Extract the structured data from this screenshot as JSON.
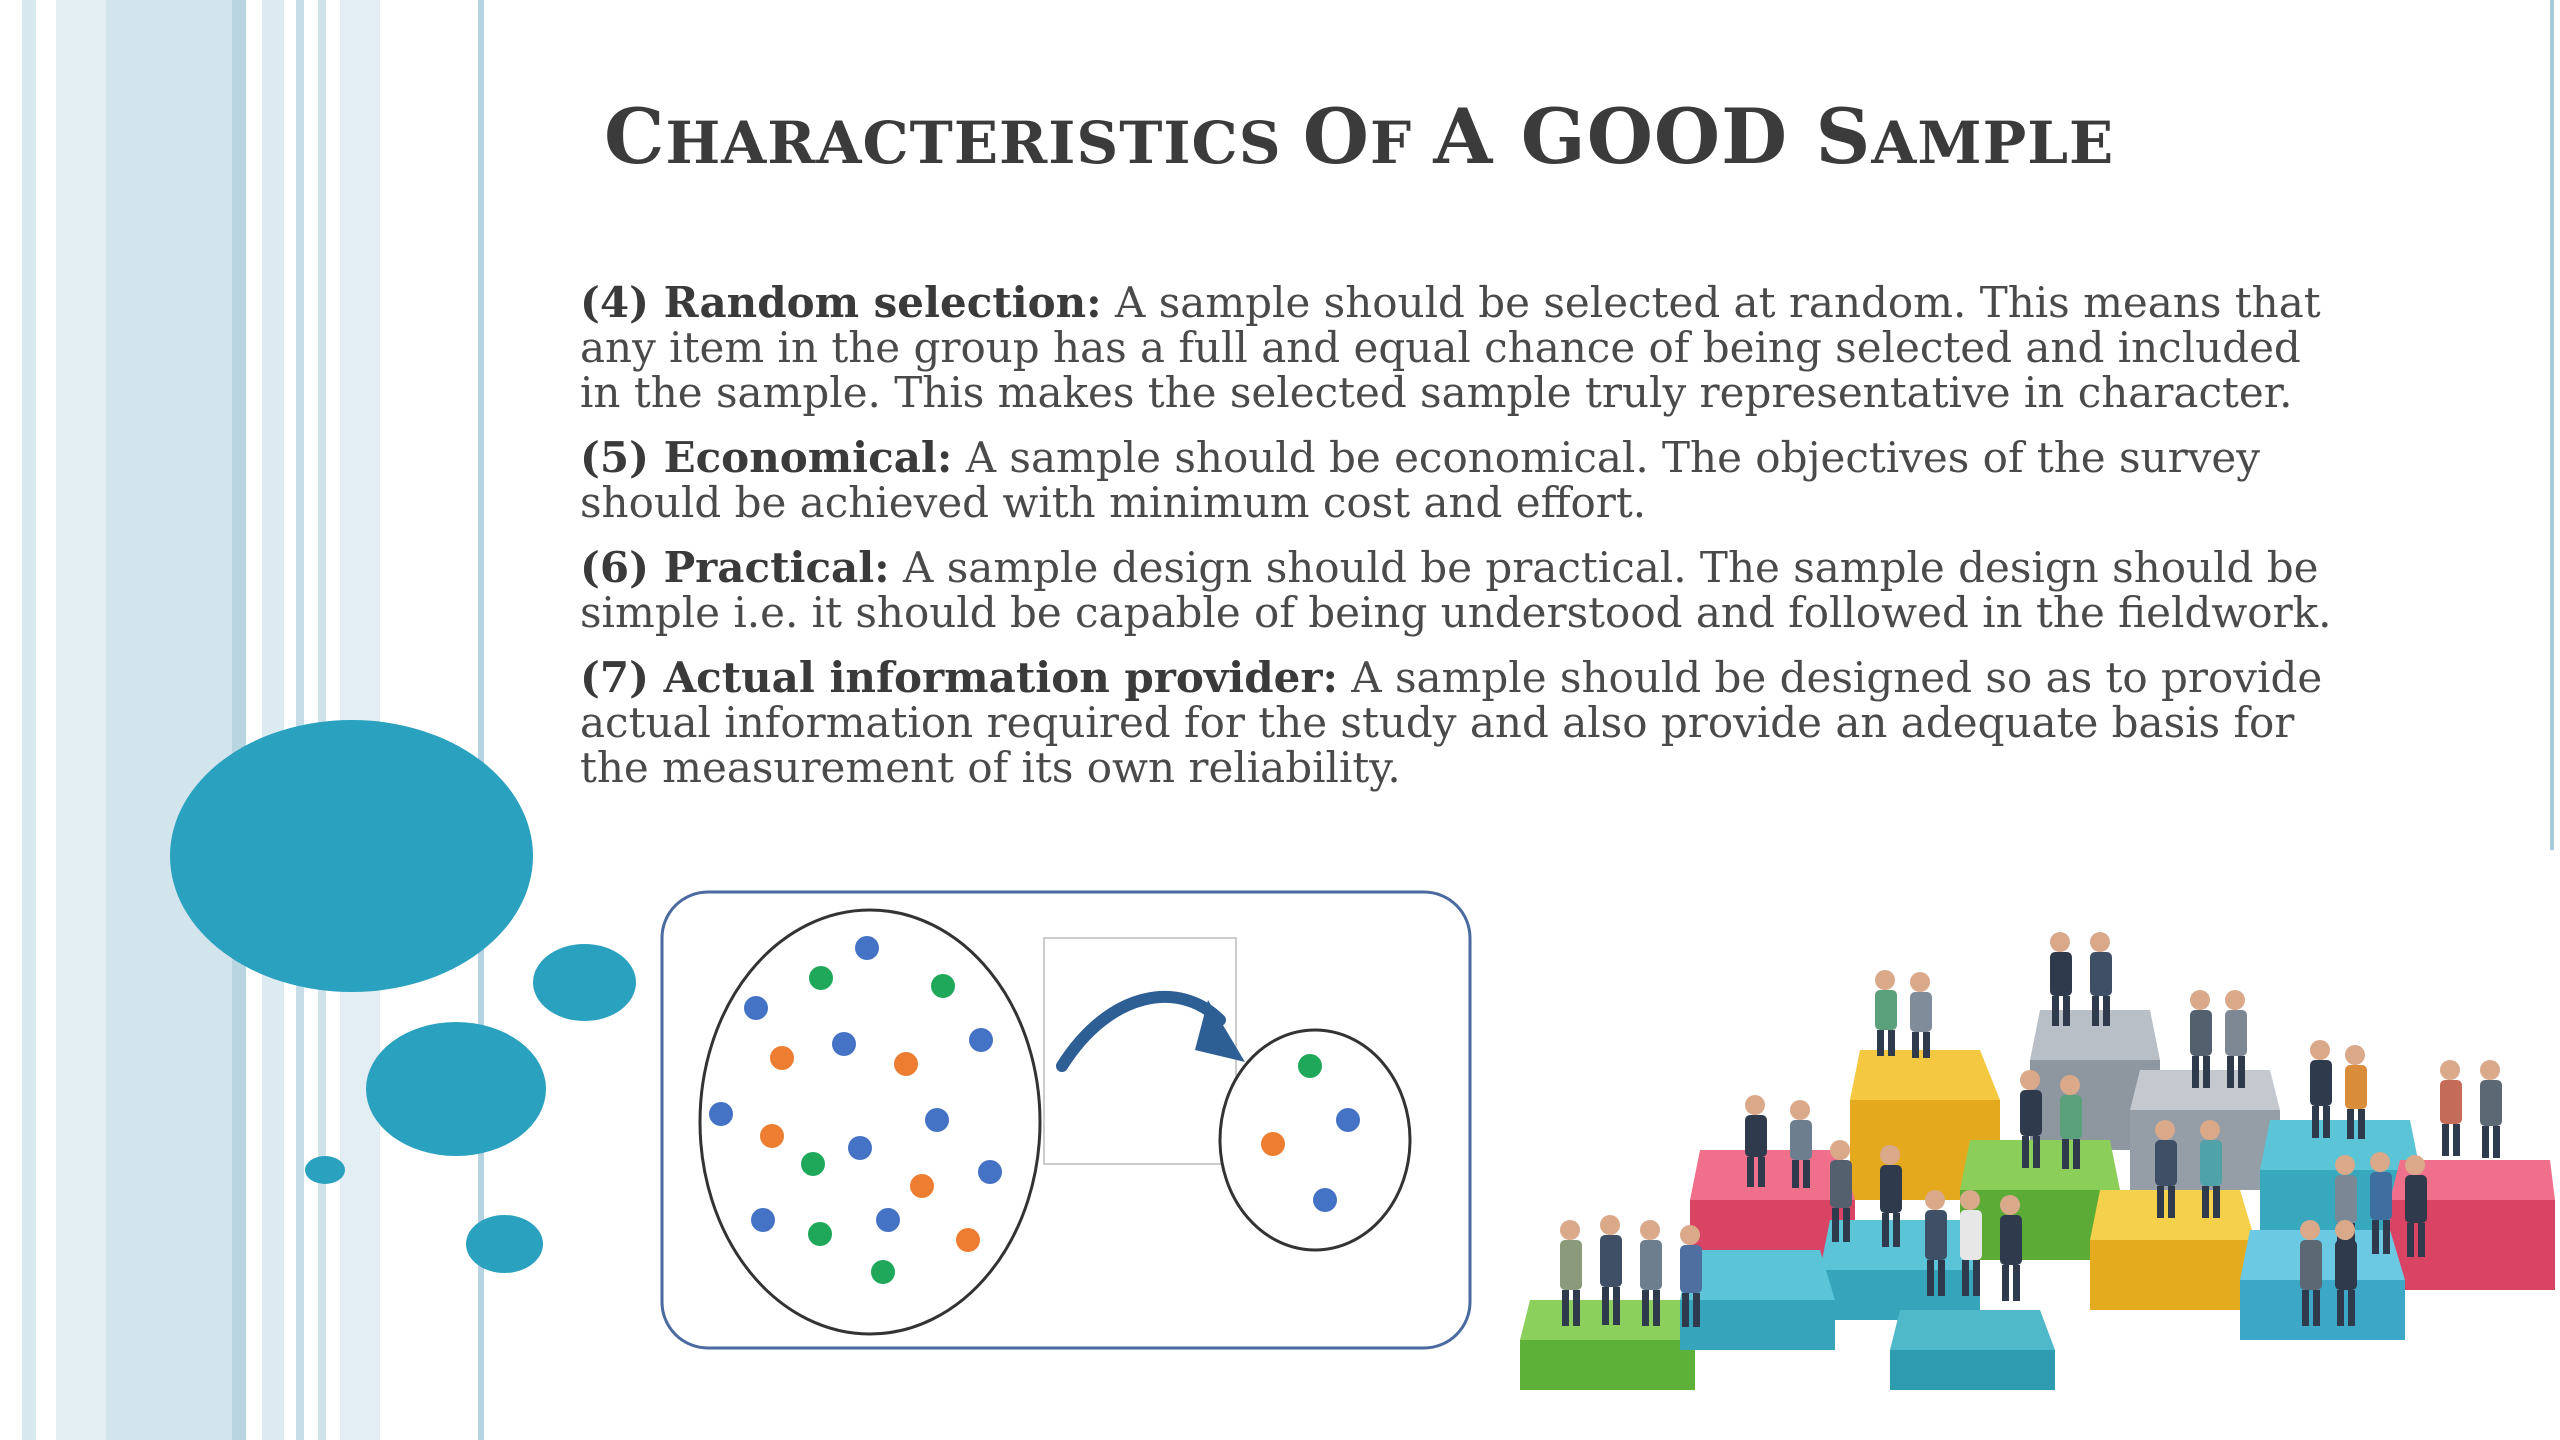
{
  "slide": {
    "title_words": [
      {
        "cap": "C",
        "rest": "HARACTERISTICS "
      },
      {
        "cap": "O",
        "rest": "F "
      },
      {
        "cap": "A GOOD ",
        "rest": ""
      },
      {
        "cap": "S",
        "rest": "AMPLE"
      }
    ],
    "paragraphs": [
      {
        "label": "(4) Random selection:",
        "text": " A sample should be selected at random. This means that any item in the group has a full and equal chance of being selected and included in the sample. This makes the selected sample truly representative in character."
      },
      {
        "label": "(5) Economical:",
        "text": " A sample should be economical. The objectives of the survey should be achieved with minimum cost and effort."
      },
      {
        "label": "(6) Practical:",
        "text": " A sample design should be practical. The sample design should be simple i.e. it should be capable of being understood and followed in the fieldwork."
      },
      {
        "label": "(7) Actual information provider:",
        "text": " A sample should be designed so as to provide actual information required for the study and also provide an adequate basis for the measurement of its own reliability."
      }
    ]
  },
  "colors": {
    "accent": "#2aa1bf",
    "stripe_light": "#d4e6ee",
    "stripe_mid": "#b5d3e0",
    "dot_blue": "#4472c4",
    "dot_green": "#1fa85a",
    "dot_orange": "#ed7d31",
    "arrow": "#2e5f94"
  },
  "illustration": {
    "diagram_icon": "population-to-sample-diagram",
    "people_icon": "people-on-colored-blocks-illustration"
  }
}
